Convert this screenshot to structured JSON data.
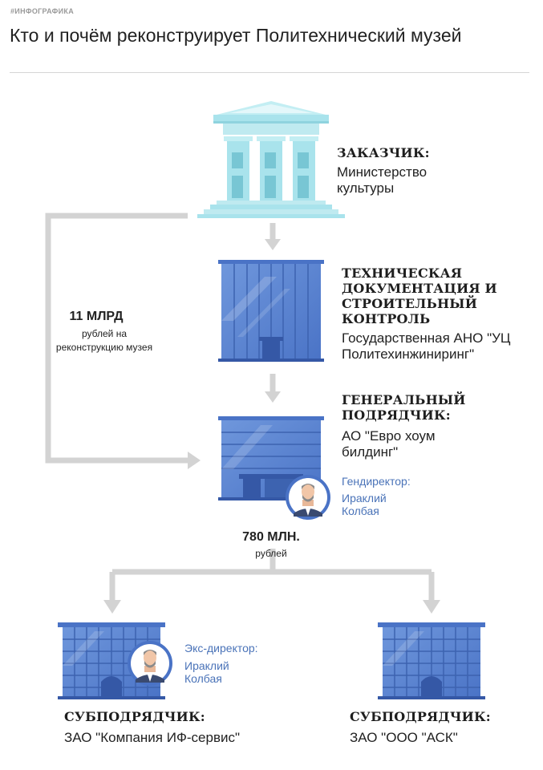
{
  "header": {
    "tag": "#ИНФОГРАФИКА",
    "title": "Кто и почём реконструирует Политехнический музей"
  },
  "customer": {
    "role": "ЗАКАЗЧИК:",
    "name": "Министерство культуры"
  },
  "technical": {
    "role": "ТЕХНИЧЕСКАЯ ДОКУМЕНТАЦИЯ И СТРОИТЕЛЬНЫЙ КОНТРОЛЬ",
    "name": "Государственная АНО \"УЦ Политехинжиниринг\""
  },
  "general_contractor": {
    "role": "ГЕНЕРАЛЬНЫЙ ПОДРЯДЧИК:",
    "name": "АО \"Евро хоум билдинг\"",
    "director_role": "Гендиректор:",
    "director_name": "Ираклий Колбая"
  },
  "funding": {
    "amount": "11 МЛРД",
    "caption": "рублей на реконструкцию музея"
  },
  "sub_funding": {
    "amount": "780 МЛН.",
    "caption": "рублей"
  },
  "subcontractor_1": {
    "role": "СУБПОДРЯДЧИК:",
    "name": "ЗАО \"Компания ИФ-сервис\"",
    "director_role": "Экс-директор:",
    "director_name": "Ираклий Колбая"
  },
  "subcontractor_2": {
    "role": "СУБПОДРЯДЧИК:",
    "name": "ЗАО \"ООО \"АСК\""
  },
  "colors": {
    "building_blue": "#4a73c6",
    "museum_teal": "#a9e3ec",
    "arrow_grey": "#d3d3d3",
    "accent_text": "#4a73b8"
  }
}
